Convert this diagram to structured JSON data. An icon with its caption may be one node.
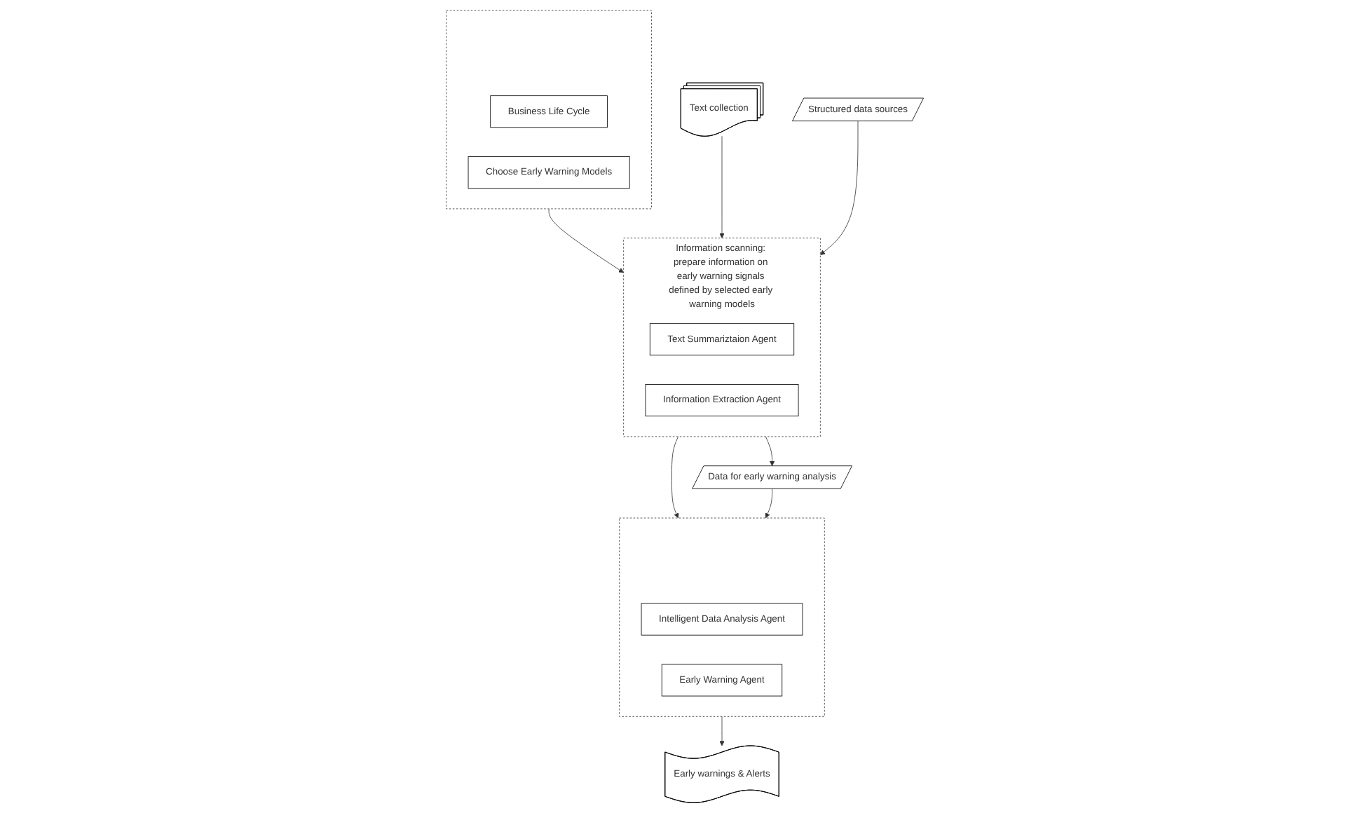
{
  "diagram": {
    "nodes": [
      {
        "text": [],
        "shape": "box"
      },
      {
        "text": [
          "Business Life Cycle"
        ],
        "in": 0
      },
      {
        "text": [
          "Choose Early Warning Models"
        ],
        "in": 0
      },
      {
        "text": [
          "Text collection"
        ]
      },
      {
        "text": [
          "Structured data sources"
        ]
      },
      {
        "text": [
          "Information scanning: prepare information on early warning signals defined by selected early warning models"
        ]
      },
      {
        "text": [
          "Text Summariztaion Agent"
        ],
        "in": 5
      },
      {
        "text": [
          "Information Extraction Agent"
        ],
        "in": 5
      },
      {
        "text": [
          "Data for early warning analysis"
        ]
      },
      {
        "text": [],
        "shape": "box"
      },
      {
        "text": [
          "Intelligent Data Analysis Agent"
        ],
        "in": 9
      },
      {
        "text": [
          "Early Warning Agent"
        ],
        "in": 9
      },
      {
        "text": [
          "Early warnings & Alerts"
        ]
      }
    ],
    "edges": [
      {
        "from": 0,
        "to": 5,
        "arrow": "to"
      },
      {
        "from": 3,
        "to": 5,
        "arrow": "to"
      },
      {
        "from": 4,
        "to": 5,
        "arrow": "to"
      },
      {
        "from": 5,
        "to": 8,
        "arrow": "to"
      },
      {
        "from": 5,
        "to": 9,
        "arrow": "to"
      },
      {
        "from": 8,
        "to": 9,
        "arrow": "to"
      },
      {
        "from": 9,
        "to": 12,
        "arrow": "to"
      }
    ]
  }
}
